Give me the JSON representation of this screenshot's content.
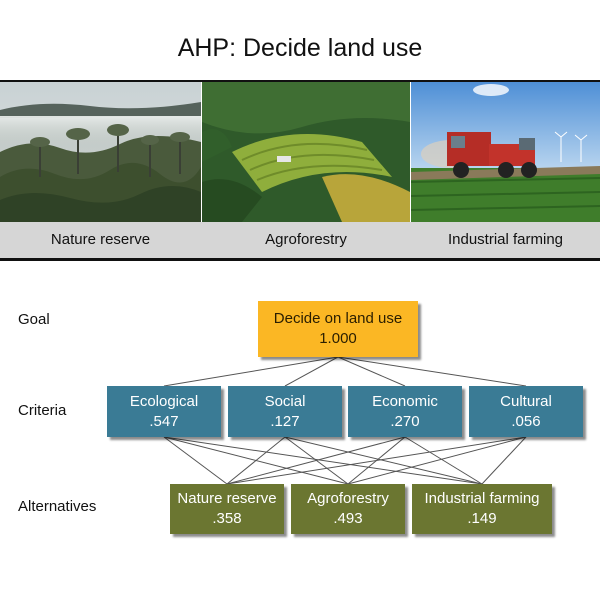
{
  "title": "AHP: Decide land use",
  "photos": [
    {
      "caption": "Nature reserve"
    },
    {
      "caption": "Agroforestry"
    },
    {
      "caption": "Industrial farming"
    }
  ],
  "levels": {
    "goal_label": "Goal",
    "criteria_label": "Criteria",
    "alternatives_label": "Alternatives"
  },
  "goal": {
    "name": "Decide on land use",
    "weight": "1.000"
  },
  "criteria": [
    {
      "name": "Ecological",
      "weight": ".547"
    },
    {
      "name": "Social",
      "weight": ".127"
    },
    {
      "name": "Economic",
      "weight": ".270"
    },
    {
      "name": "Cultural",
      "weight": ".056"
    }
  ],
  "alternatives": [
    {
      "name": "Nature reserve",
      "weight": ".358"
    },
    {
      "name": "Agroforestry",
      "weight": ".493"
    },
    {
      "name": "Industrial farming",
      "weight": ".149"
    }
  ],
  "colors": {
    "goal": "#fbb724",
    "criteria": "#3a7b95",
    "alternatives": "#6b7631",
    "caption_band": "#d6d6d6"
  }
}
